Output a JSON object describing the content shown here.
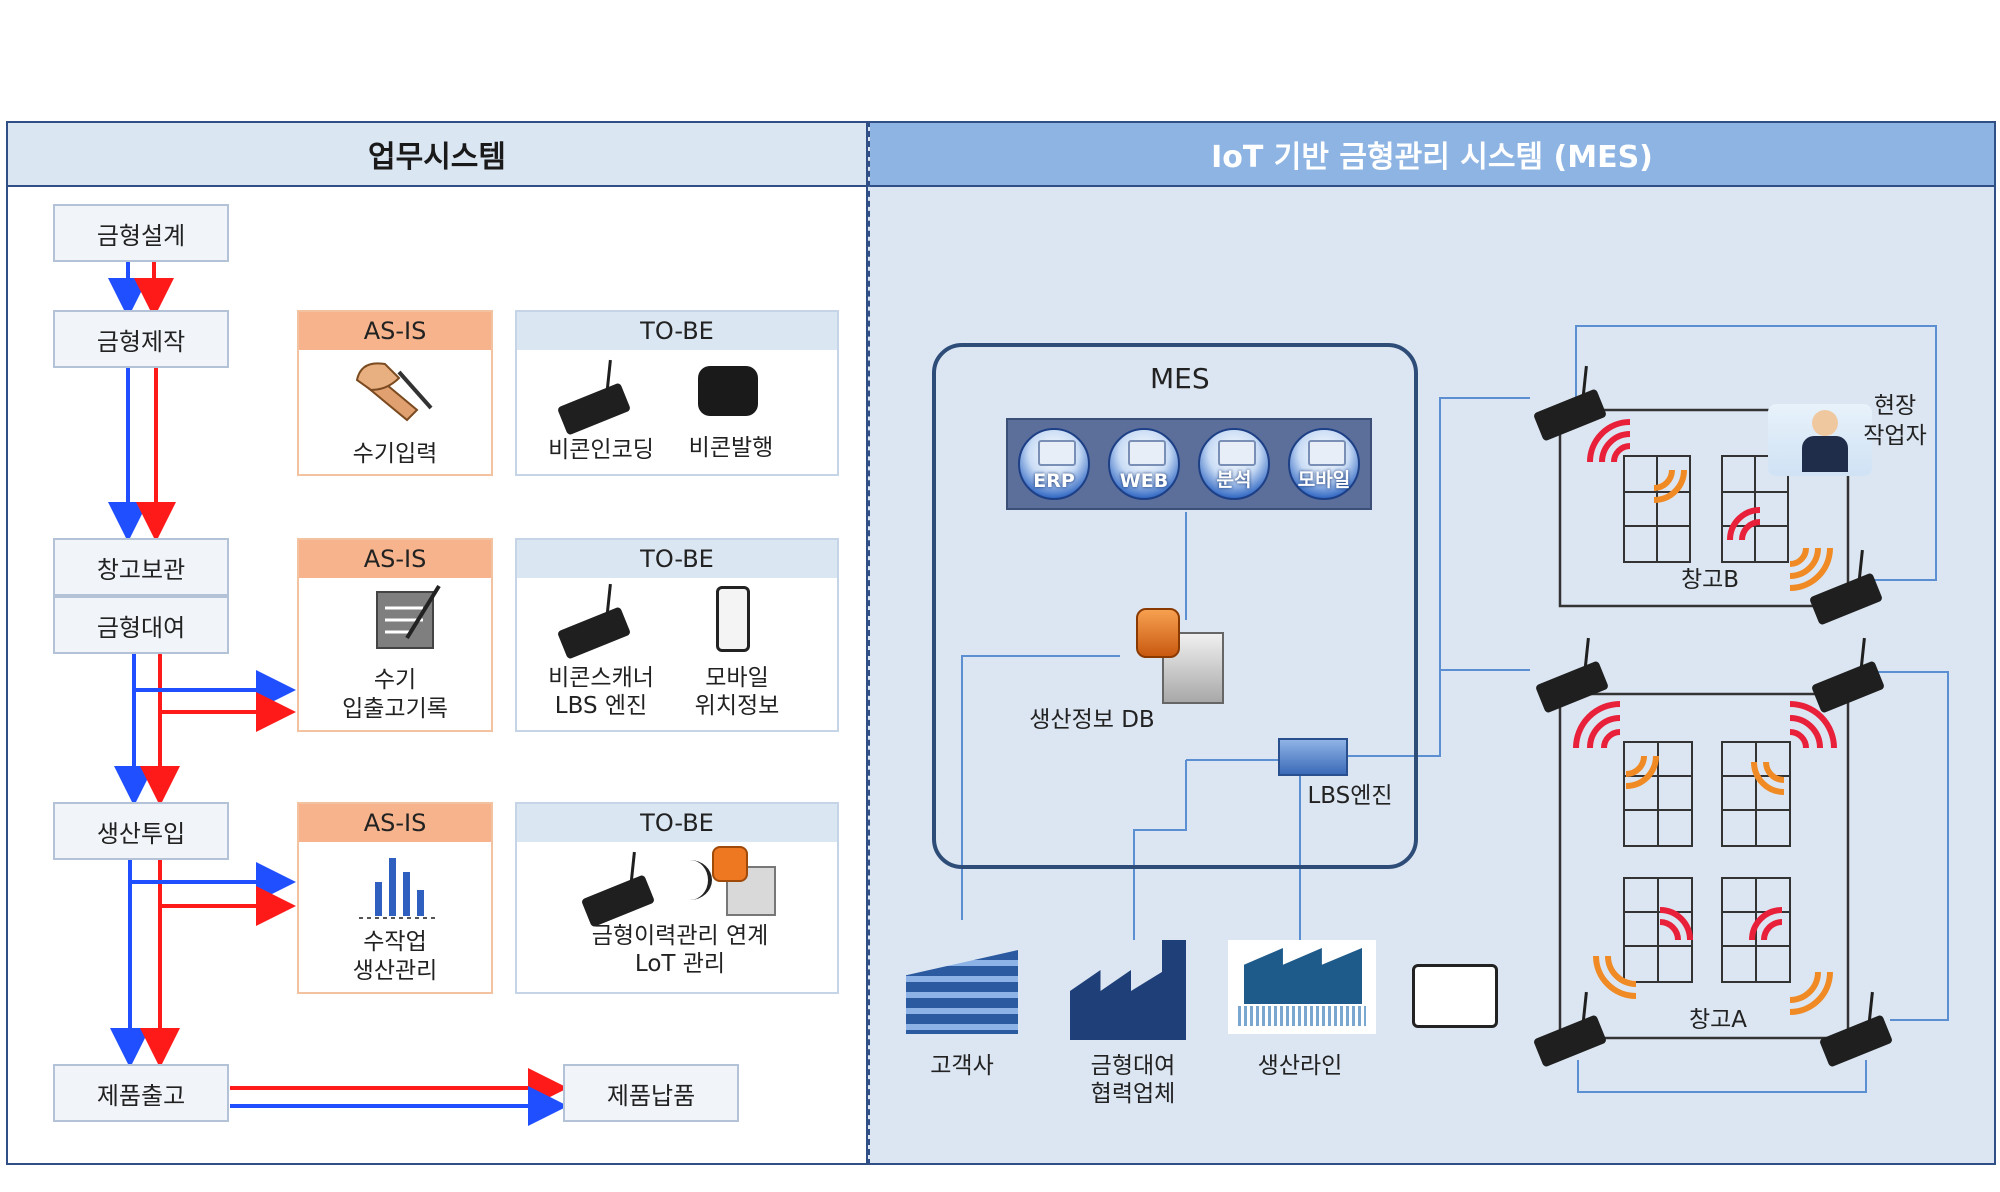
{
  "left_panel": {
    "title": "업무시스템",
    "steps": {
      "mold_design": "금형설계",
      "mold_making": "금형제작",
      "warehouse_storage": "창고보관",
      "mold_rental": "금형대여",
      "production_input": "생산투입",
      "product_shipping": "제품출고",
      "product_delivery": "제품납품"
    },
    "asis_label": "AS-IS",
    "tobe_label": "TO-BE",
    "row1": {
      "asis_caption": "수기입력",
      "tobe_caption_1": "비콘인코딩",
      "tobe_caption_2": "비콘발행"
    },
    "row2": {
      "asis_caption_line1": "수기",
      "asis_caption_line2": "입출고기록",
      "tobe_caption_1_line1": "비콘스캐너",
      "tobe_caption_1_line2": "LBS 엔진",
      "tobe_caption_2_line1": "모바일",
      "tobe_caption_2_line2": "위치정보"
    },
    "row3": {
      "asis_caption_line1": "수작업",
      "asis_caption_line2": "생산관리",
      "tobe_caption_line1": "금형이력관리 연계",
      "tobe_caption_line2": "LoT 관리"
    }
  },
  "right_panel": {
    "title": "IoT 기반 금형관리 시스템 (MES)",
    "mes_title": "MES",
    "modules": [
      "ERP",
      "WEB",
      "분석",
      "모바일"
    ],
    "db_label": "생산정보 DB",
    "lbs_label": "LBS엔진",
    "bottom": {
      "customer": "고객사",
      "partner_line1": "금형대여",
      "partner_line2": "협력업체",
      "production_line": "생산라인"
    },
    "worker_line1": "현장",
    "worker_line2": "작업자",
    "warehouse_b": "창고B",
    "warehouse_a": "창고A"
  },
  "colors": {
    "blue_arrow": "#1f4fff",
    "red_arrow": "#ff1a1a",
    "panel_border": "#2f4f86",
    "right_bg": "#dce6f2",
    "asis_header": "#f7b48c",
    "tobe_header": "#dbe6f3"
  }
}
